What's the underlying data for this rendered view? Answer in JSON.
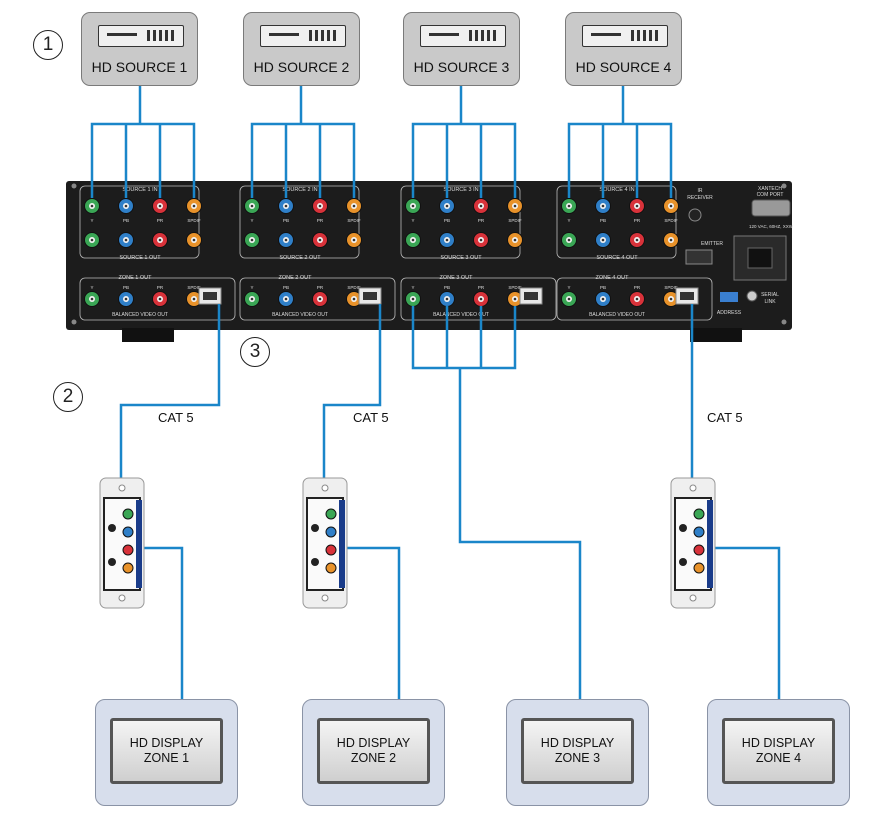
{
  "sources": [
    {
      "label": "HD SOURCE 1"
    },
    {
      "label": "HD SOURCE 2"
    },
    {
      "label": "HD SOURCE 3"
    },
    {
      "label": "HD SOURCE 4"
    }
  ],
  "callouts": {
    "one": "1",
    "two": "2",
    "three": "3"
  },
  "cable_label": "CAT 5",
  "displays": [
    {
      "label": "HD DISPLAY\nZONE 1"
    },
    {
      "label": "HD DISPLAY\nZONE 2"
    },
    {
      "label": "HD DISPLAY\nZONE 3"
    },
    {
      "label": "HD DISPLAY\nZONE 4"
    }
  ],
  "unit": {
    "inputs": [
      "SOURCE 1 IN",
      "SOURCE 2 IN",
      "SOURCE 3 IN",
      "SOURCE 4 IN"
    ],
    "loop_outs": [
      "SOURCE 1 OUT",
      "SOURCE 2 OUT",
      "SOURCE 3 OUT",
      "SOURCE 4 OUT"
    ],
    "zones": [
      "ZONE 1 OUT",
      "ZONE 2 OUT",
      "ZONE 3 OUT",
      "ZONE 4 OUT"
    ],
    "balanced_label": "BALANCED VIDEO OUT",
    "jack_labels": [
      "Y",
      "PB",
      "PR",
      "SPDIF"
    ],
    "ir_receiver": "IR\nRECEIVER",
    "com_port": "XANTECH\nCOM PORT",
    "power": "120 VAC, 60HZ, XXW",
    "emitter": "EMITTER",
    "address": "ADDRESS",
    "serial_link": "SERIAL\nLINK"
  },
  "colors": {
    "cable": "#1a86c9",
    "chassis": "#1c1c1c",
    "jack_y": "#3aa655",
    "jack_pb": "#2f7fc8",
    "jack_pr": "#d8323a",
    "jack_spdif": "#e8922a"
  }
}
